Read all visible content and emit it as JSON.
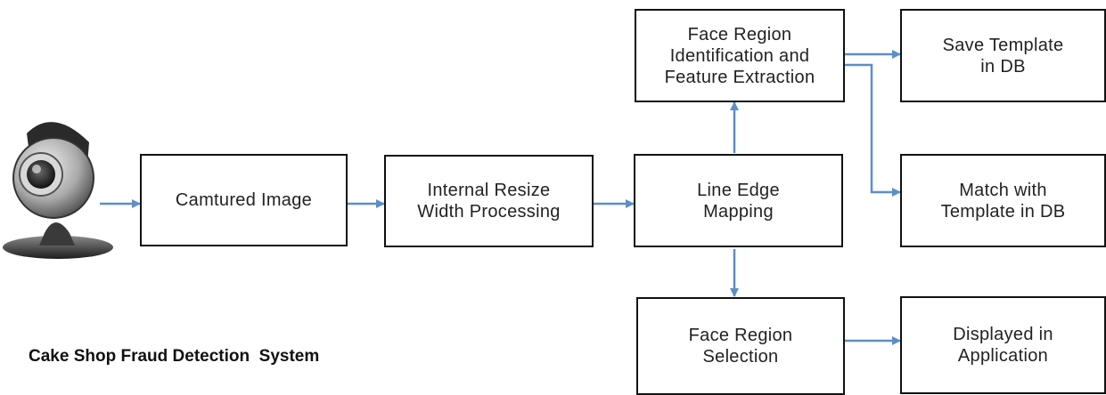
{
  "diagram": {
    "caption": "Cake Shop Fraud Detection  System",
    "nodes": {
      "captured_image": "Camtured Image",
      "resize": "Internal Resize\nWidth Processing",
      "line_edge": "Line Edge\nMapping",
      "feature_extraction": "Face Region\nIdentification and\nFeature Extraction",
      "save_template": "Save Template\nin DB",
      "match_template": "Match with\nTemplate in DB",
      "region_selection": "Face Region\nSelection",
      "displayed": "Displayed in\nApplication"
    },
    "icons": {
      "source": "webcam-icon"
    },
    "colors": {
      "arrow": "#5b8fc7",
      "border": "#111111"
    }
  }
}
